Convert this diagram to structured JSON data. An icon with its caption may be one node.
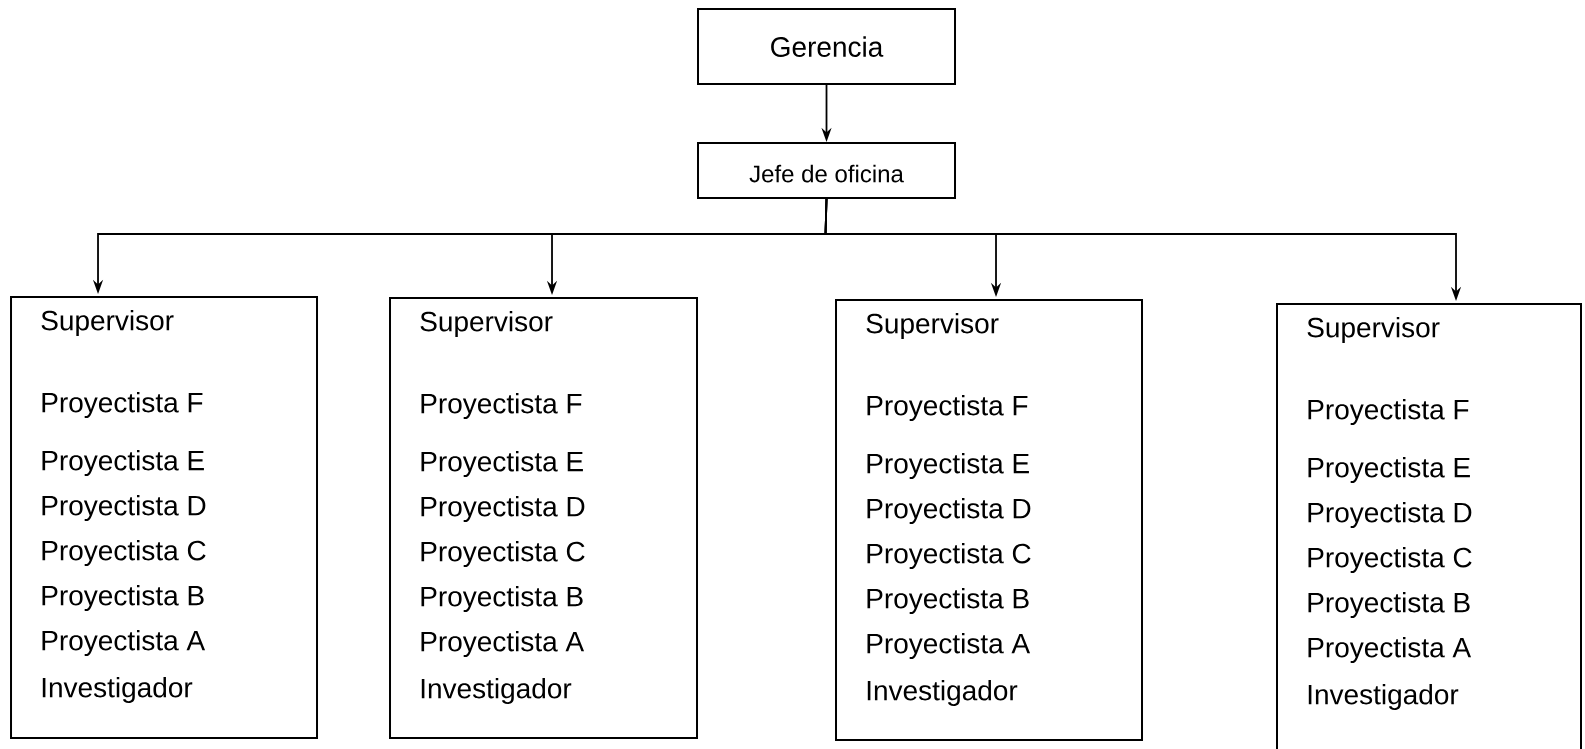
{
  "diagram": {
    "nodes": [
      {
        "text": [
          "Gerencia"
        ]
      },
      {
        "text": [
          "Jefe de oficina"
        ]
      },
      {
        "text": [
          "Supervisor",
          "Proyectista F",
          "Proyectista E",
          "Proyectista D",
          "Proyectista C",
          "Proyectista B",
          "Proyectista A",
          "Investigador"
        ]
      },
      {
        "text": [
          "Supervisor",
          "Proyectista F",
          "Proyectista E",
          "Proyectista D",
          "Proyectista C",
          "Proyectista B",
          "Proyectista A",
          "Investigador"
        ]
      },
      {
        "text": [
          "Supervisor",
          "Proyectista F",
          "Proyectista E",
          "Proyectista D",
          "Proyectista C",
          "Proyectista B",
          "Proyectista A",
          "Investigador"
        ]
      },
      {
        "text": [
          "Supervisor",
          "Proyectista F",
          "Proyectista E",
          "Proyectista D",
          "Proyectista C",
          "Proyectista B",
          "Proyectista A",
          "Investigador"
        ]
      }
    ],
    "edges": [
      {
        "from": 0,
        "to": 1,
        "arrow": "to"
      },
      {
        "from": 1,
        "to": 2,
        "arrow": "to"
      },
      {
        "from": 1,
        "to": 3,
        "arrow": "to"
      },
      {
        "from": 1,
        "to": 4,
        "arrow": "to"
      },
      {
        "from": 1,
        "to": 5,
        "arrow": "to"
      }
    ]
  }
}
